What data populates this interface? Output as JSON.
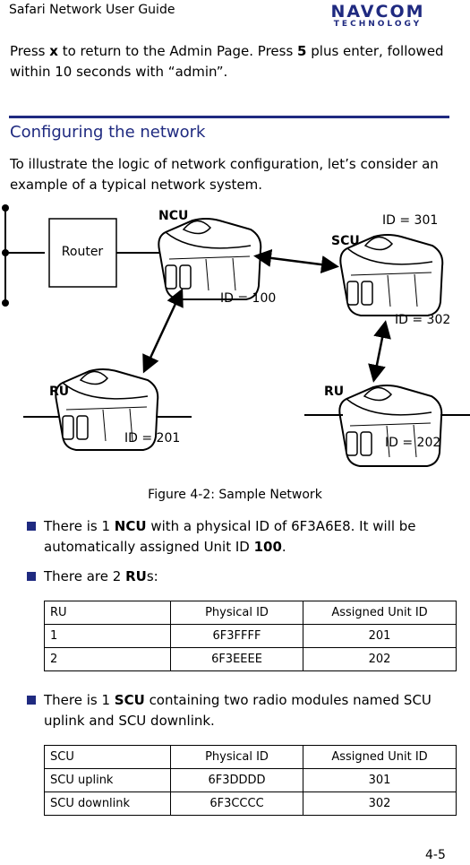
{
  "header": {
    "title": "Safari Network User Guide",
    "logo_text_1": "NAVCOM",
    "logo_text_2": "TECHNOLOGY"
  },
  "intro": {
    "p1_a": "Press ",
    "p1_x": "x",
    "p1_b": " to return to the Admin Page. Press ",
    "p1_5": "5",
    "p1_c": " plus enter, followed within 10 seconds with “admin”."
  },
  "section": {
    "title": "Configuring the network"
  },
  "para2": "To illustrate the logic of network configuration, let’s consider an example of a typical network system.",
  "figure": {
    "router_label": "Router",
    "ncu_label": "NCU",
    "scu_label": "SCU",
    "ru1_label": "RU",
    "ru2_label": "RU",
    "id_100": "ID = 100",
    "id_301": "ID = 301",
    "id_302": "ID = 302",
    "id_201": "ID = 201",
    "id_202": "ID = 202",
    "caption": "Figure 4-2: Sample Network"
  },
  "bullets": [
    {
      "a": "There is 1 ",
      "b": "NCU",
      "c": " with a physical ID of 6F3A6E8. It will be automatically assigned Unit ID ",
      "d": "100",
      "e": "."
    },
    {
      "a": "There are 2 ",
      "b": "RU",
      "c": "s:"
    },
    {
      "a": "There is 1 ",
      "b": "SCU",
      "c": " containing two radio modules named SCU uplink and SCU downlink."
    }
  ],
  "ru_table": {
    "headers": [
      "RU",
      "Physical ID",
      "Assigned Unit ID"
    ],
    "rows": [
      [
        "1",
        "6F3FFFF",
        "201"
      ],
      [
        "2",
        "6F3EEEE",
        "202"
      ]
    ]
  },
  "scu_table": {
    "headers": [
      "SCU",
      "Physical ID",
      "Assigned Unit ID"
    ],
    "rows": [
      [
        "SCU uplink",
        "6F3DDDD",
        "301"
      ],
      [
        "SCU downlink",
        "6F3CCCC",
        "302"
      ]
    ]
  },
  "footer": {
    "page_number": "4-5"
  }
}
